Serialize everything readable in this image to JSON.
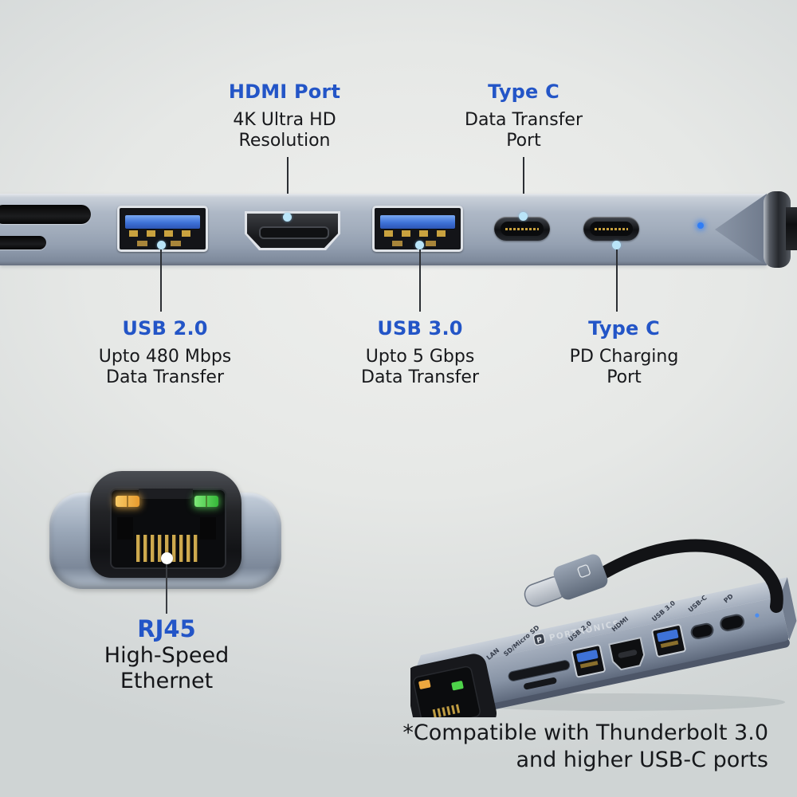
{
  "colors": {
    "accent_blue": "#2355c7",
    "text_dark": "#17181b",
    "callout_dot": "#b9e4f8",
    "led_blue": "#2f7df6",
    "led_amber": "#eda83f",
    "led_green": "#4ed24a",
    "metal": "#a3aebd"
  },
  "callouts_top": [
    {
      "title": "HDMI Port",
      "lines": [
        "4K Ultra HD",
        "Resolution"
      ]
    },
    {
      "title": "Type C",
      "lines": [
        "Data Transfer",
        "Port"
      ]
    }
  ],
  "callouts_bottom": [
    {
      "title": "USB 2.0",
      "lines": [
        "Upto 480 Mbps",
        "Data Transfer"
      ]
    },
    {
      "title": "USB 3.0",
      "lines": [
        "Upto 5 Gbps",
        "Data Transfer"
      ]
    },
    {
      "title": "Type C",
      "lines": [
        "PD Charging",
        "Port"
      ]
    }
  ],
  "rj45": {
    "title": "RJ45",
    "lines": [
      "High-Speed",
      "Ethernet"
    ]
  },
  "footnote": {
    "line1": "*Compatible with Thunderbolt 3.0",
    "line2": "and higher USB-C ports"
  },
  "device": {
    "brand": "PORTRONICS",
    "logo_letter": "P",
    "port_labels": [
      "LAN",
      "SD/Micro SD",
      "USB 2.0",
      "HDMI",
      "USB 3.0",
      "USB-C",
      "PD"
    ]
  }
}
